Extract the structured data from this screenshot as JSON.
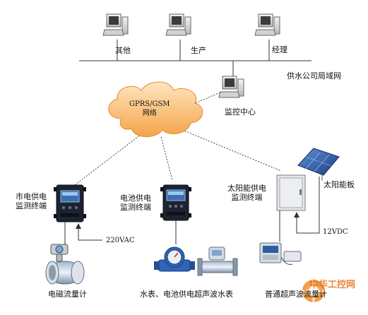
{
  "network": {
    "computers": {
      "other": "其他",
      "production": "生产",
      "manager": "经理"
    },
    "lan_label": "供水公司局域网",
    "monitor_center": "监控中心"
  },
  "cloud": {
    "line1": "GPRS/GSM",
    "line2": "网络"
  },
  "terminals": {
    "mains": {
      "line1": "市电供电",
      "line2": "监测终端",
      "voltage": "220VAC"
    },
    "battery": {
      "line1": "电池供电",
      "line2": "监测终端"
    },
    "solar": {
      "line1": "太阳能供电",
      "line2": "监测终端",
      "panel": "太阳能板",
      "voltage": "12VDC"
    }
  },
  "meters": {
    "electromagnetic": "电磁流量计",
    "water_and_ultrasonic": "水表、电池供电超声波水表",
    "ultrasonic_ordinary": "普通超声波流量计"
  },
  "watermark": {
    "brand": "中华工控网"
  }
}
